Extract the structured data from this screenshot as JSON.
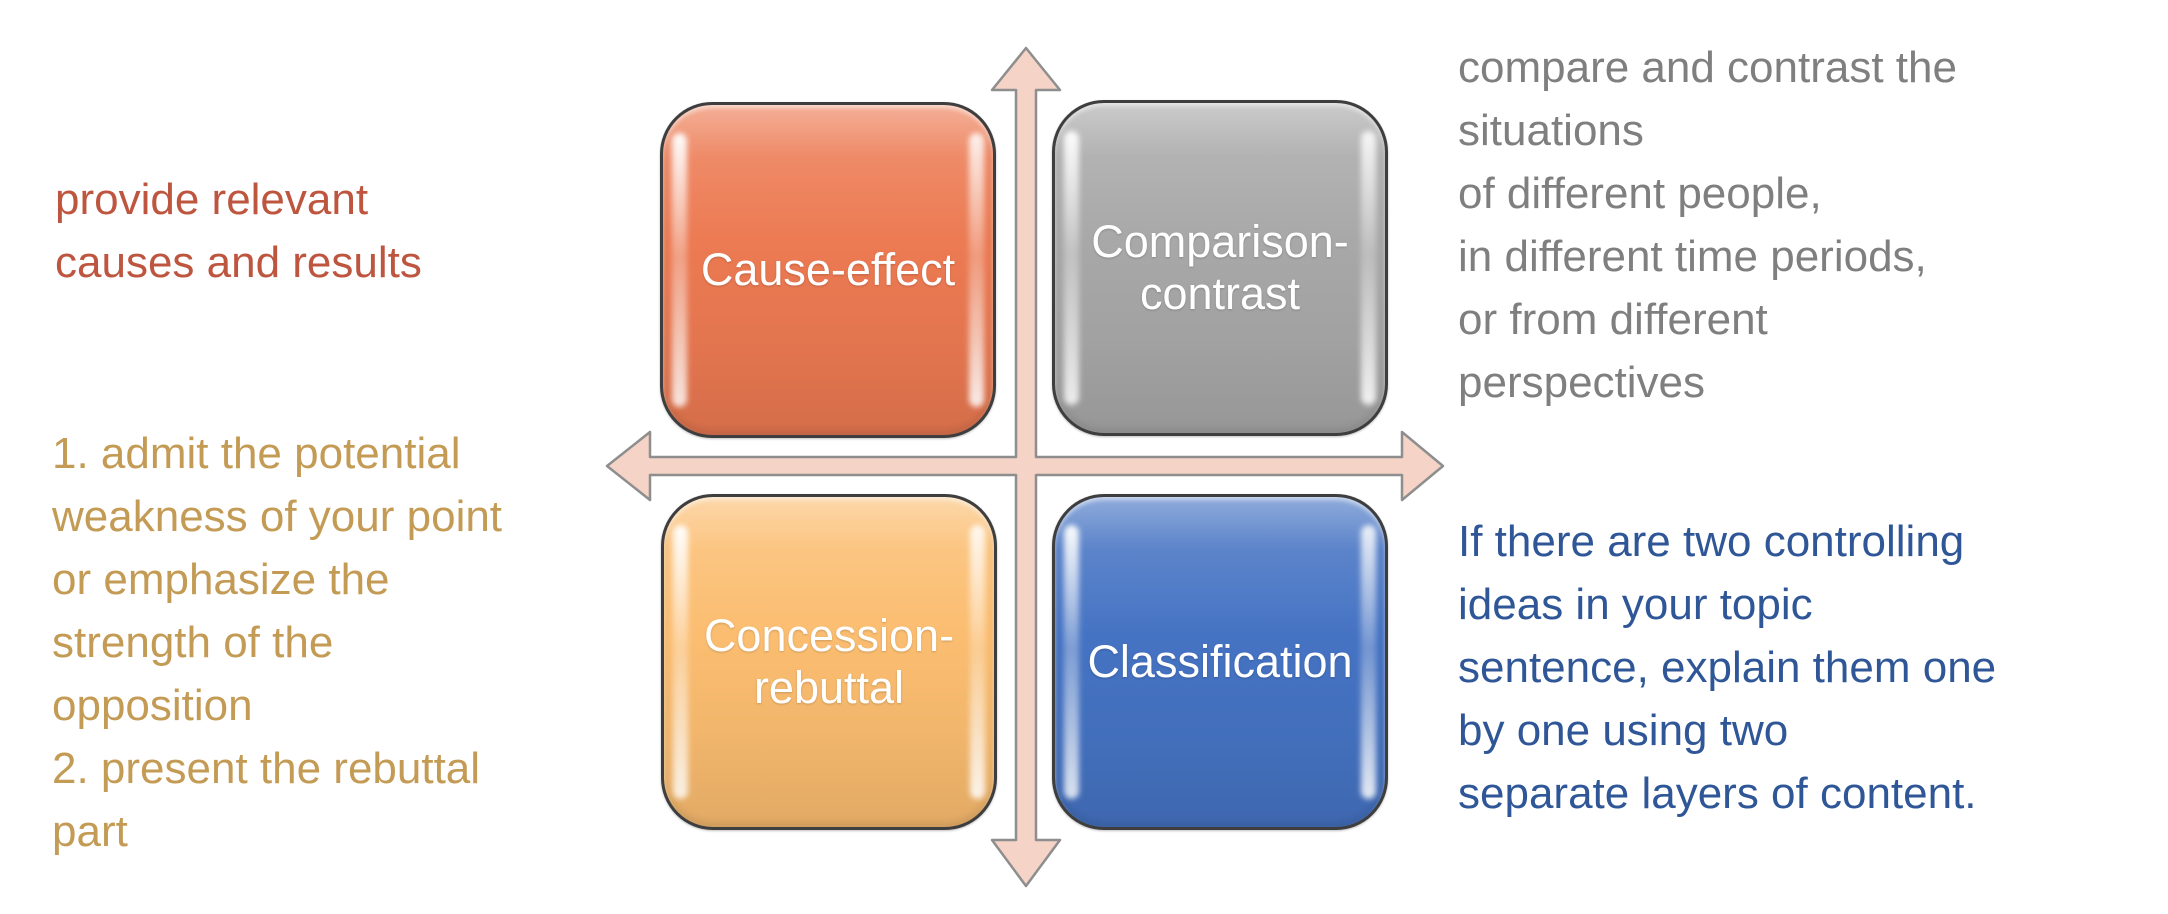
{
  "diagram": {
    "type": "quadrant-diagram",
    "axes": {
      "fill": "#F5D3C6",
      "outline": "#8E8E8E"
    },
    "quadrants": [
      {
        "id": "top-left",
        "label": "Cause-effect",
        "fill": "#EC7A52",
        "label_color": "#FFFFFF"
      },
      {
        "id": "top-right",
        "label": "Comparison-\ncontrast",
        "fill": "#A8A8A8",
        "label_color": "#FFFFFF"
      },
      {
        "id": "bottom-left",
        "label": "Concession-\nrebuttal",
        "fill": "#FBBD70",
        "label_color": "#FFFFFF"
      },
      {
        "id": "bottom-right",
        "label": "Classification",
        "fill": "#4573C3",
        "label_color": "#FFFFFF"
      }
    ],
    "annotations": [
      {
        "id": "cause-effect-note",
        "text": "provide relevant\ncauses and results",
        "color": "#BE553F"
      },
      {
        "id": "concession-rebuttal-note",
        "text": "1. admit the potential\nweakness of your point\nor emphasize the\nstrength of the\nopposition\n2. present the rebuttal\npart",
        "color": "#C49B55"
      },
      {
        "id": "comparison-contrast-note",
        "text": "compare and contrast the\nsituations\nof different people,\nin different time periods,\nor from different\nperspectives",
        "color": "#7F7F7F"
      },
      {
        "id": "classification-note",
        "text": "If there are two controlling\nideas in your topic\nsentence, explain them one\nby one using two\nseparate layers of content.",
        "color": "#2F5697"
      }
    ]
  }
}
